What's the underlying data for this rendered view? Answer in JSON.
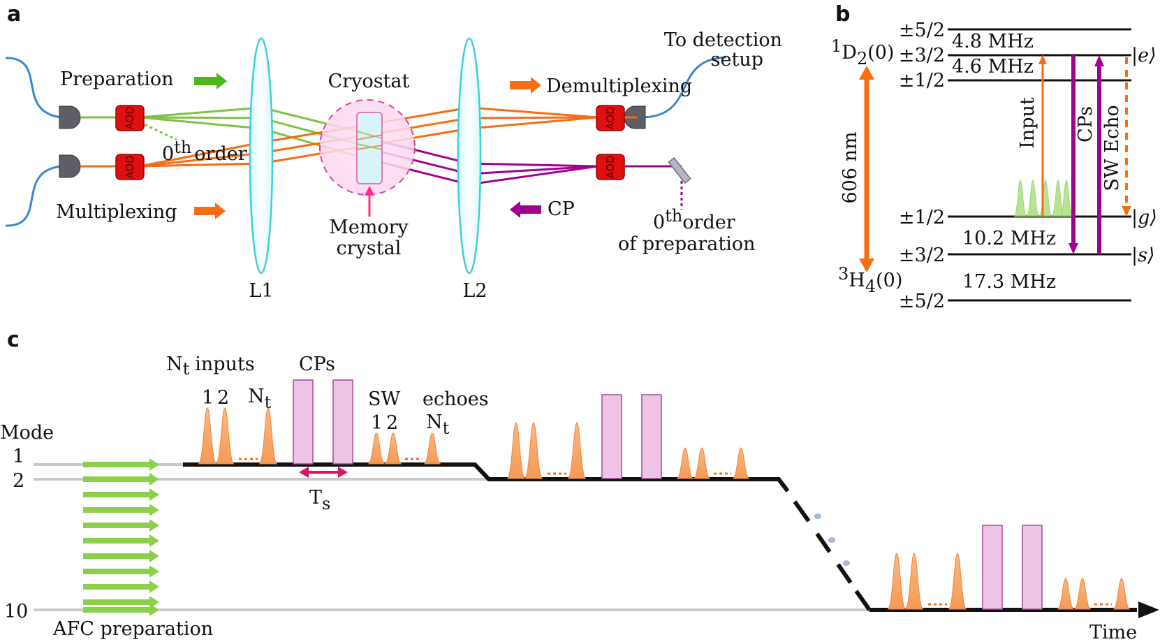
{
  "panels": {
    "a": "a",
    "b": "b",
    "c": "c"
  },
  "panel_a": {
    "preparation": "Preparation",
    "zeroth_order": "order",
    "zeroth": "0",
    "th": "th",
    "multiplexing": "Multiplexing",
    "cryostat": "Cryostat",
    "memory_crystal_1": "Memory",
    "memory_crystal_2": "crystal",
    "lens1": "L1",
    "lens2": "L2",
    "demultiplexing": "Demultiplexing",
    "detection_1": "To detection",
    "detection_2": "setup",
    "cp": "CP",
    "zeroth_prep_1": "order",
    "zeroth_prep_2": "of preparation",
    "aod": "AOD",
    "colors": {
      "preparation": "#7dc242",
      "multiplexing": "#f96c12",
      "cp": "#a2008f",
      "fiber": "#3a86d0",
      "aod": "#e01010",
      "lens": "#3ccfd8"
    }
  },
  "panel_b": {
    "upper_state": "D",
    "upper_sup": "1",
    "upper_sub": "2",
    "upper_paren": "(0)",
    "lower_state": "H",
    "lower_sup": "3",
    "lower_sub": "4",
    "lower_paren": "(0)",
    "wavelength": "606 nm",
    "levels_upper": [
      "±5/2",
      "±3/2",
      "±1/2"
    ],
    "levels_lower": [
      "±1/2",
      "±3/2",
      "±5/2"
    ],
    "splittings": [
      "4.8 MHz",
      "4.6 MHz",
      "10.2 MHz",
      "17.3 MHz"
    ],
    "ket_e": "|e⟩",
    "ket_g": "|g⟩",
    "ket_s": "|s⟩",
    "input": "Input",
    "cps": "CPs",
    "sw_echo": "SW Echo"
  },
  "panel_c": {
    "nt_inputs": "inputs",
    "n": "N",
    "t": "t",
    "cps": "CPs",
    "one": "1",
    "two": "2",
    "sw_echoes_sw": "SW",
    "sw_echoes": "echoes",
    "mode": "Mode",
    "mode_1": "1",
    "mode_2": "2",
    "mode_10": "10",
    "ts_t": "T",
    "ts_s": "s",
    "afc": "AFC preparation",
    "time": "Time"
  }
}
